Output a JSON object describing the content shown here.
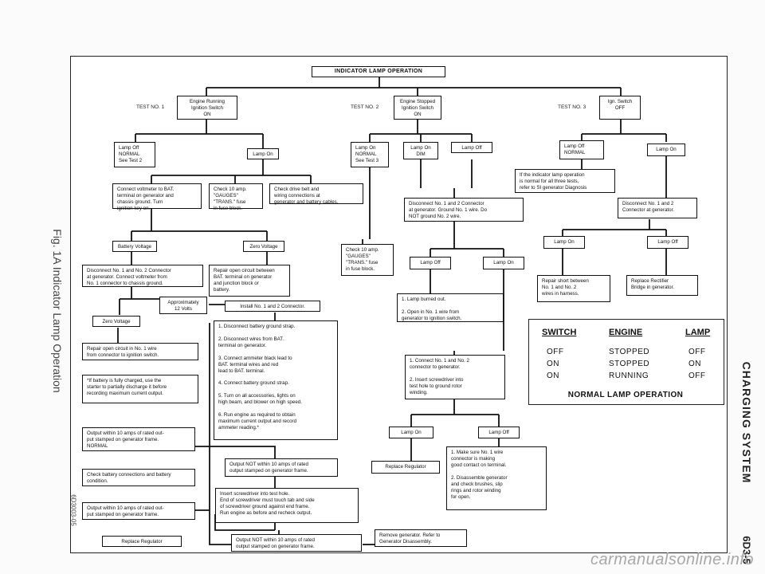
{
  "diagram": {
    "title": "INDICATOR LAMP OPERATION",
    "tests": {
      "t1_label": "TEST NO. 1",
      "t2_label": "TEST NO. 2",
      "t3_label": "TEST NO. 3",
      "t1": "Engine Running\nIgnition Switch\nON",
      "t2": "Engine Stopped\nIgnition Switch\nON",
      "t3": "Ign. Switch\nOFF"
    },
    "t1_off_normal": "Lamp Off\nNORMAL\nSee Test 2",
    "t1_lamp_on": "Lamp On",
    "t2_on_normal": "Lamp On\nNORMAL\nSee Test 3",
    "t2_on_dim": "Lamp On\nDIM",
    "t2_lamp_off": "Lamp Off",
    "t3_off_normal": "Lamp Off\nNORMAL",
    "t3_lamp_on": "Lamp On",
    "connect_voltmeter": "Connect voltmeter to BAT.\nterminal on generator and\nchassis ground. Turn\nignition key on.",
    "check_10amp_1": "Check 10 amp.\n\"GAUGES\"\n\"TRANS.\" fuse\nin fuse block.",
    "check_drive_belt": "Check drive belt and\nwiring connections at\ngenerator and battery cables.",
    "if_indicator_normal": "If the indicator lamp operation\nis normal for all three tests,\nrefer to SI generator Diagnosis",
    "disconnect_ground_1": "Disconnect No. 1 and 2 Connector\nat generator. Ground No. 1 wire. Do\nNOT ground No. 2 wire.",
    "disconnect_t3": "Disconnect No. 1 and 2\nConnector at generator.",
    "battery_voltage": "Battery Voltage",
    "zero_voltage_1": "Zero Voltage",
    "check_10amp_2": "Check 10 amp.\n\"GAUGES\"\n\"TRANS.\" fuse\nin fuse block.",
    "t2_sub_lamp_off": "Lamp Off",
    "t2_sub_lamp_on": "Lamp On",
    "t3_sub_lamp_on": "Lamp On",
    "t3_sub_lamp_off": "Lamp Off",
    "disconnect_voltmeter": "Disconnect No. 1 and No. 2 Connector\nat generator. Connect voltmeter from\nNo. 1 connector to chassis ground.",
    "repair_open_bat": "Repair open circuit between\nBAT. terminal on generator\nand junction block or\nbattery.",
    "repair_short": "Repair short between\nNo. 1 and No. 2\nwires in harness.",
    "replace_rectifier": "Replace Rectifier\nBridge in generator.",
    "approx_12v": "Approximately\n12 Volts",
    "install_connector": "Install No. 1 and 2 Connector.",
    "lamp_burned": "1. Lamp burned out.\n\n2. Open in No. 1 wire from\n    generator to ignition switch.",
    "zero_voltage_2": "Zero Voltage",
    "steps_list": "1. Disconnect battery ground strap.\n\n2. Disconnect wires from BAT.\n    terminal on generator.\n\n3. Connect ammeter black lead to\n    BAT. terminal wires and red\n    lead to BAT. terminal.\n\n4. Connect battery ground strap.\n\n5. Turn on all accessories, lights on\n    high beam, and blower on high speed.\n\n6. Run engine as required to obtain\n    maximum current output and record\n    ammeter reading.*",
    "repair_open_no1": "Repair open circuit in No. 1 wire\nfrom connector to ignition switch.",
    "battery_note": "*If battery is fully charged, use the\nstarter to partially discharge it before\nrecording maximum current output.",
    "connect_no1_no2": "1. Connect No. 1 and No. 2\n    connector to generator.\n\n2. Insert screwdriver into\n    test hole to ground rotor\n    winding.",
    "output_within_normal": "Output within 10 amps of rated out-\nput stamped on generator frame.\nNORMAL",
    "output_not_within_1": "Output NOT within 10 amps of rated\noutput stamped on generator frame.",
    "sd_lamp_on": "Lamp On",
    "sd_lamp_off": "Lamp Off",
    "check_battery": "Check battery connections and battery\ncondition.",
    "make_sure": "1. Make sure No. 1 wire\n    connector is making\n    good contact on terminal.\n\n2. Disassemble generator\n    and check brushes, slip\n    rings and rotor winding\n    for open.",
    "replace_regulator_1": "Replace Regulator",
    "insert_screwdriver": "Insert screwdriver into test hole.\nEnd of screwdriver must touch tab and side\nof screwdriver ground against end frame.\nRun engine as before and recheck output.",
    "output_within_2": "Output within 10 amps of rated out-\nput stamped on generator frame.",
    "replace_regulator_2": "Replace Regulator",
    "output_not_within_2": "Output NOT within 10 amps of rated\noutput stamped on generator frame.",
    "remove_generator": "Remove generator. Refer to\nGenerator Disassembly."
  },
  "table": {
    "headers": [
      "SWITCH",
      "ENGINE",
      "LAMP"
    ],
    "rows": [
      [
        "OFF",
        "STOPPED",
        "OFF"
      ],
      [
        "ON",
        "STOPPED",
        "ON"
      ],
      [
        "ON",
        "RUNNING",
        "OFF"
      ]
    ],
    "caption": "NORMAL LAMP OPERATION"
  },
  "side": {
    "figure_caption": "Fig. 1A Indicator Lamp Operation",
    "figure_code": "6D3003-05",
    "section": "CHARGING SYSTEM",
    "page": "6D3-5"
  },
  "watermark": "carmanualsonline.info"
}
